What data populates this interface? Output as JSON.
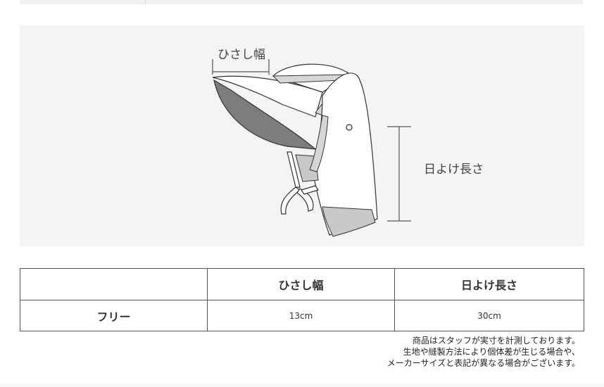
{
  "figure": {
    "brim_label": "ひさし幅",
    "shade_label": "日よけ長さ"
  },
  "table": {
    "headers": [
      "",
      "ひさし幅",
      "日よけ長さ"
    ],
    "rows": [
      {
        "label": "フリー",
        "values": [
          "13cm",
          "30cm"
        ]
      }
    ]
  },
  "notes": [
    "商品はスタッフが実寸を計測しております。",
    "生地や縫製方法により個体差が生じる場合や、",
    "メーカーサイズと表記が異なる場合がございます。"
  ]
}
